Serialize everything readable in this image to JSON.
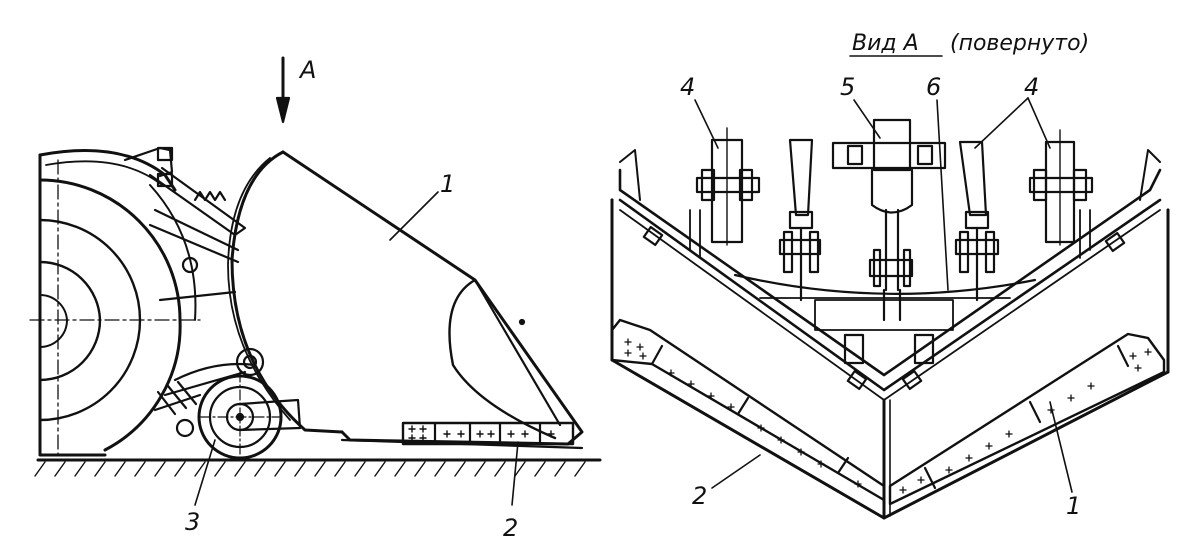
{
  "left_view": {
    "arrow_label": "A",
    "callouts": [
      "1",
      "2",
      "3"
    ]
  },
  "right_view": {
    "title_main": "Вид А",
    "title_note": "(повернуто)",
    "callouts": [
      "4",
      "5",
      "6",
      "4",
      "2",
      "1"
    ]
  },
  "colors": {
    "ink": "#111111",
    "paper": "#ffffff"
  }
}
